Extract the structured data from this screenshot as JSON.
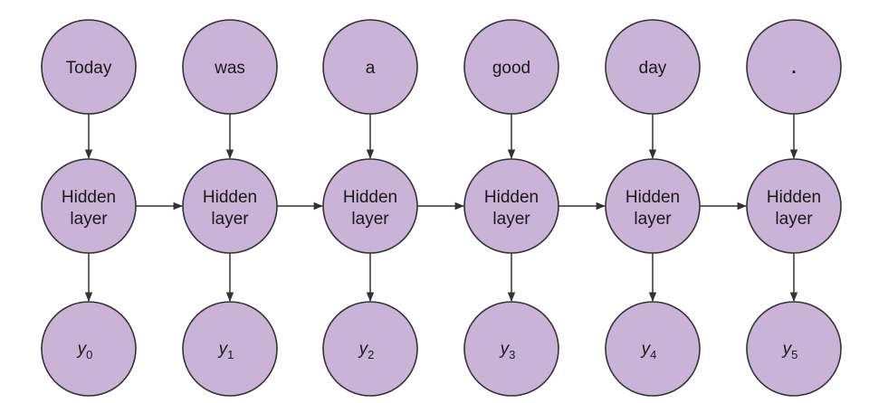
{
  "colors": {
    "node_fill": "#c9b3d6",
    "node_stroke": "#333333"
  },
  "inputs": [
    "Today",
    "was",
    "a",
    "good",
    "day",
    "."
  ],
  "hidden": [
    {
      "line1": "Hidden",
      "line2": "layer"
    },
    {
      "line1": "Hidden",
      "line2": "layer"
    },
    {
      "line1": "Hidden",
      "line2": "layer"
    },
    {
      "line1": "Hidden",
      "line2": "layer"
    },
    {
      "line1": "Hidden",
      "line2": "layer"
    },
    {
      "line1": "Hidden",
      "line2": "layer"
    }
  ],
  "outputs": [
    {
      "var": "y",
      "sub": "0"
    },
    {
      "var": "y",
      "sub": "1"
    },
    {
      "var": "y",
      "sub": "2"
    },
    {
      "var": "y",
      "sub": "3"
    },
    {
      "var": "y",
      "sub": "4"
    },
    {
      "var": "y",
      "sub": "5"
    }
  ]
}
